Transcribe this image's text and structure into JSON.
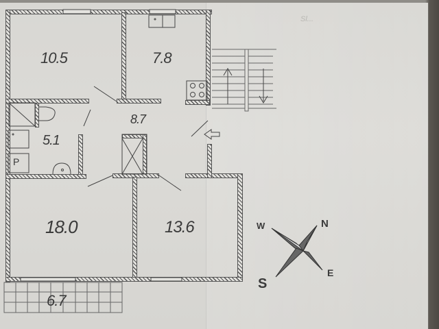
{
  "title_note": "Sl...",
  "rooms": [
    {
      "id": "room-top-left",
      "area": "10.5"
    },
    {
      "id": "kitchen",
      "area": "7.8"
    },
    {
      "id": "hallway",
      "area": "8.7"
    },
    {
      "id": "bathroom",
      "area": "5.1"
    },
    {
      "id": "living-room",
      "area": "18.0"
    },
    {
      "id": "bedroom",
      "area": "13.6"
    },
    {
      "id": "balcony",
      "area": "6.7"
    }
  ],
  "fixtures": {
    "bathroom_p_label": "P"
  },
  "compass": {
    "n": "N",
    "e": "E",
    "s": "S",
    "w": "W"
  }
}
